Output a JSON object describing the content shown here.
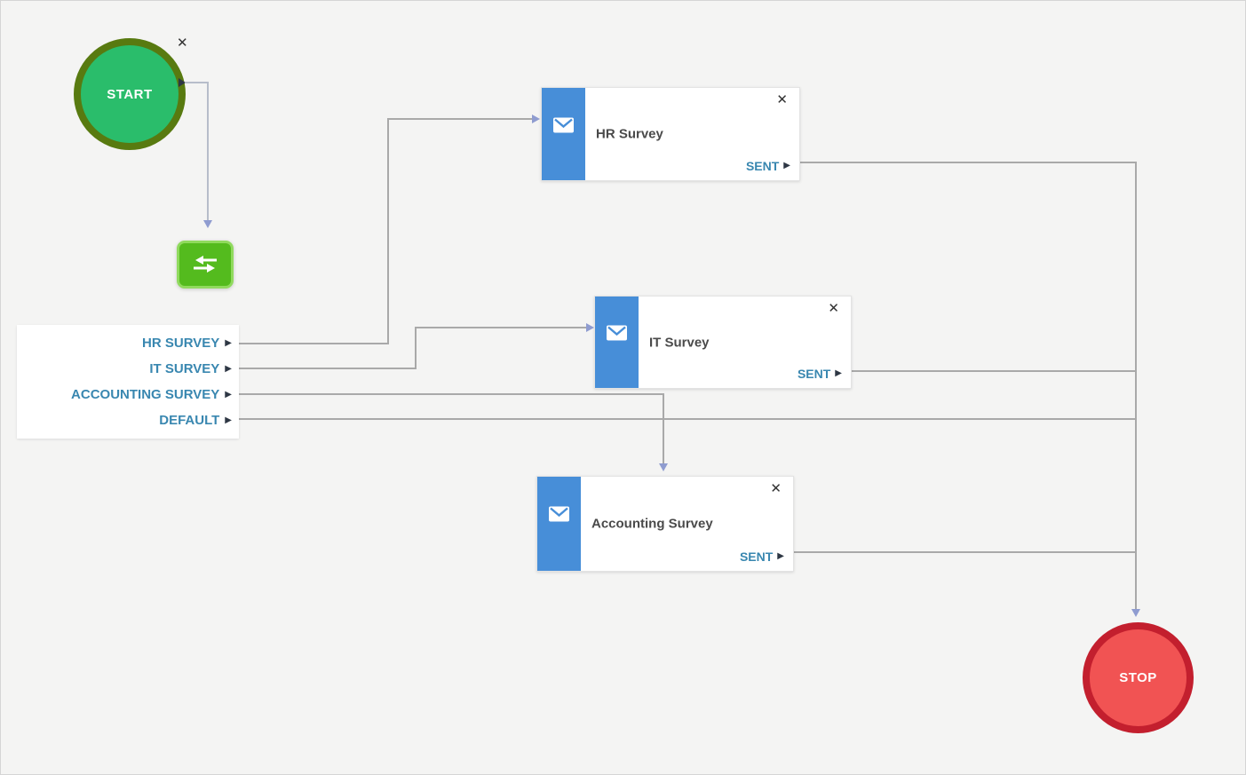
{
  "glyphs": {
    "close": "✕",
    "port_arrow": "▶"
  },
  "start_node": {
    "label": "START"
  },
  "stop_node": {
    "label": "STOP"
  },
  "switch_node": {
    "icon": "branch-arrows-icon"
  },
  "branch_panel": {
    "items": [
      {
        "label": "HR SURVEY"
      },
      {
        "label": "IT SURVEY"
      },
      {
        "label": "ACCOUNTING SURVEY"
      },
      {
        "label": "DEFAULT"
      }
    ]
  },
  "email_nodes": [
    {
      "title": "HR Survey",
      "status": "SENT"
    },
    {
      "title": "IT Survey",
      "status": "SENT"
    },
    {
      "title": "Accounting Survey",
      "status": "SENT"
    }
  ],
  "colors": {
    "canvas_bg": "#f4f4f3",
    "start_fill": "#2abd6b",
    "start_border": "#587a10",
    "switch_fill": "#54bb1e",
    "switch_border": "#90da5e",
    "stop_fill": "#f15353",
    "stop_border": "#c31f2e",
    "email_sidebar": "#478ed8",
    "teal_label": "#3987b0",
    "title_text": "#4a4a4a",
    "connector": "#a9a9a9",
    "connector_light": "#b7bdca",
    "arrowhead": "#8f9cd0",
    "port_dark": "#2e3744"
  }
}
